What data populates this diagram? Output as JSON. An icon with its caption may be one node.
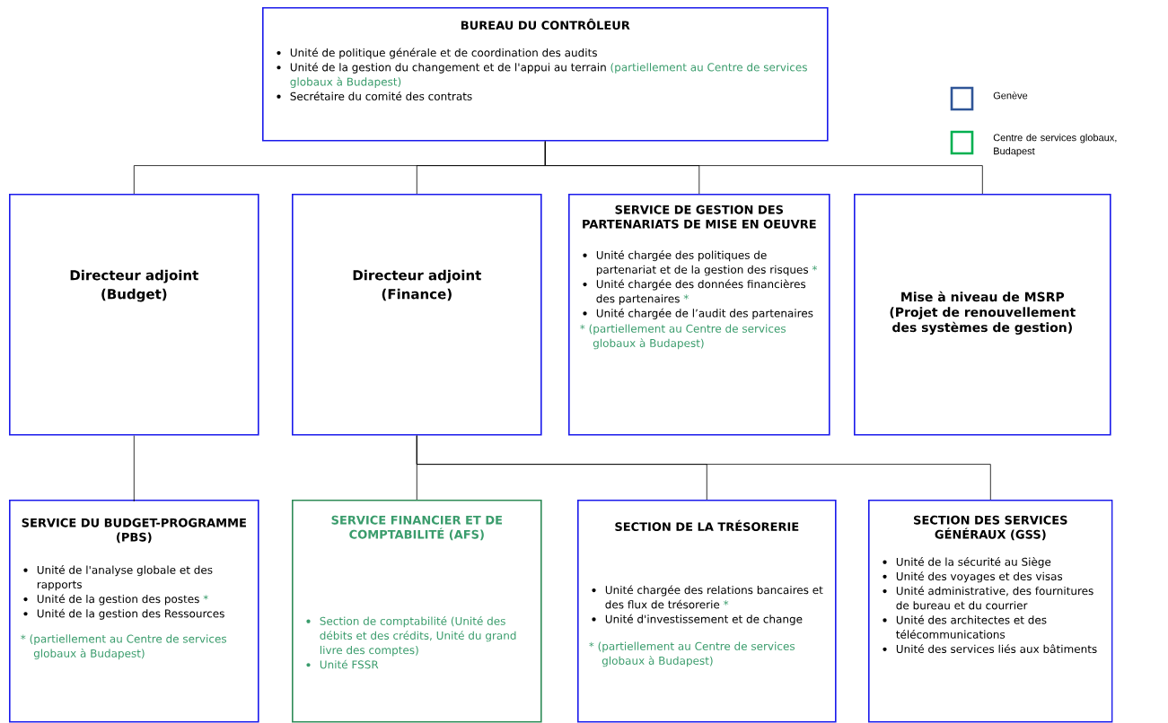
{
  "diagram": {
    "nodes": [
      {
        "text": [
          "BUREAU DU CONTRÔLEUR",
          "Unité de politique générale et de coordination des audits",
          "Unité de la gestion du changement et de l'appui au terrain",
          "(partiellement au Centre de services globaux à Budapest)",
          "Secrétaire du comité des contrats"
        ]
      },
      {
        "text": [
          "Directeur adjoint (Budget)"
        ]
      },
      {
        "text": [
          "Directeur adjoint (Finance)"
        ]
      },
      {
        "text": [
          "SERVICE DE GESTION DES PARTENARIATS DE MISE EN OEUVRE",
          "Unité chargée des politiques de partenariat et de la gestion des risques",
          "*",
          "Unité chargée des données financières des partenaires",
          "*",
          "Unité chargée de l’audit des partenaires",
          "* (partiellement au Centre de services globaux à Budapest)"
        ]
      },
      {
        "text": [
          "Mise à niveau de MSRP (Projet de renouvellement des systèmes de gestion)"
        ]
      },
      {
        "text": [
          "SERVICE DU BUDGET-PROGRAMME (PBS)",
          "Unité de l'analyse globale et des rapports",
          "Unité de la gestion des postes",
          "*",
          "Unité de la gestion des Ressources",
          "* (partiellement au Centre de services globaux à Budapest)"
        ]
      },
      {
        "text": [
          "SERVICE FINANCIER ET DE COMPTABILITÉ (AFS)",
          "Section de comptabilité (Unité des débits et des crédits, Unité du grand livre des comptes)",
          "Unité FSSR"
        ]
      },
      {
        "text": [
          "SECTION DE LA TRÉSORERIE",
          "Unité chargée des relations bancaires et des flux de trésorerie",
          "*",
          "Unité d'investissement et de change",
          "* (partiellement au Centre de services globaux à Budapest)"
        ]
      },
      {
        "text": [
          "SECTION DES SERVICES GÉNÉRAUX (GSS)",
          "Unité de la sécurité au Siège",
          "Unité des voyages et des visas",
          "Unité administrative, des fournitures de bureau et du courrier",
          "Unité des architectes et des télécommunications",
          "Unité des services liés aux bâtiments"
        ]
      }
    ],
    "edges": [
      {
        "from": 0,
        "to": 1,
        "arrow": "none"
      },
      {
        "from": 0,
        "to": 2,
        "arrow": "none"
      },
      {
        "from": 0,
        "to": 3,
        "arrow": "none"
      },
      {
        "from": 0,
        "to": 4,
        "arrow": "none"
      },
      {
        "from": 1,
        "to": 5,
        "arrow": "none"
      },
      {
        "from": 2,
        "to": 6,
        "arrow": "none"
      },
      {
        "from": 2,
        "to": 7,
        "arrow": "none"
      },
      {
        "from": 2,
        "to": 8,
        "arrow": "none"
      }
    ],
    "legend": [
      {
        "text": "Genève",
        "color": "#2f5597"
      },
      {
        "text": "Centre de services globaux, Budapest",
        "color": "#00b050"
      }
    ]
  }
}
